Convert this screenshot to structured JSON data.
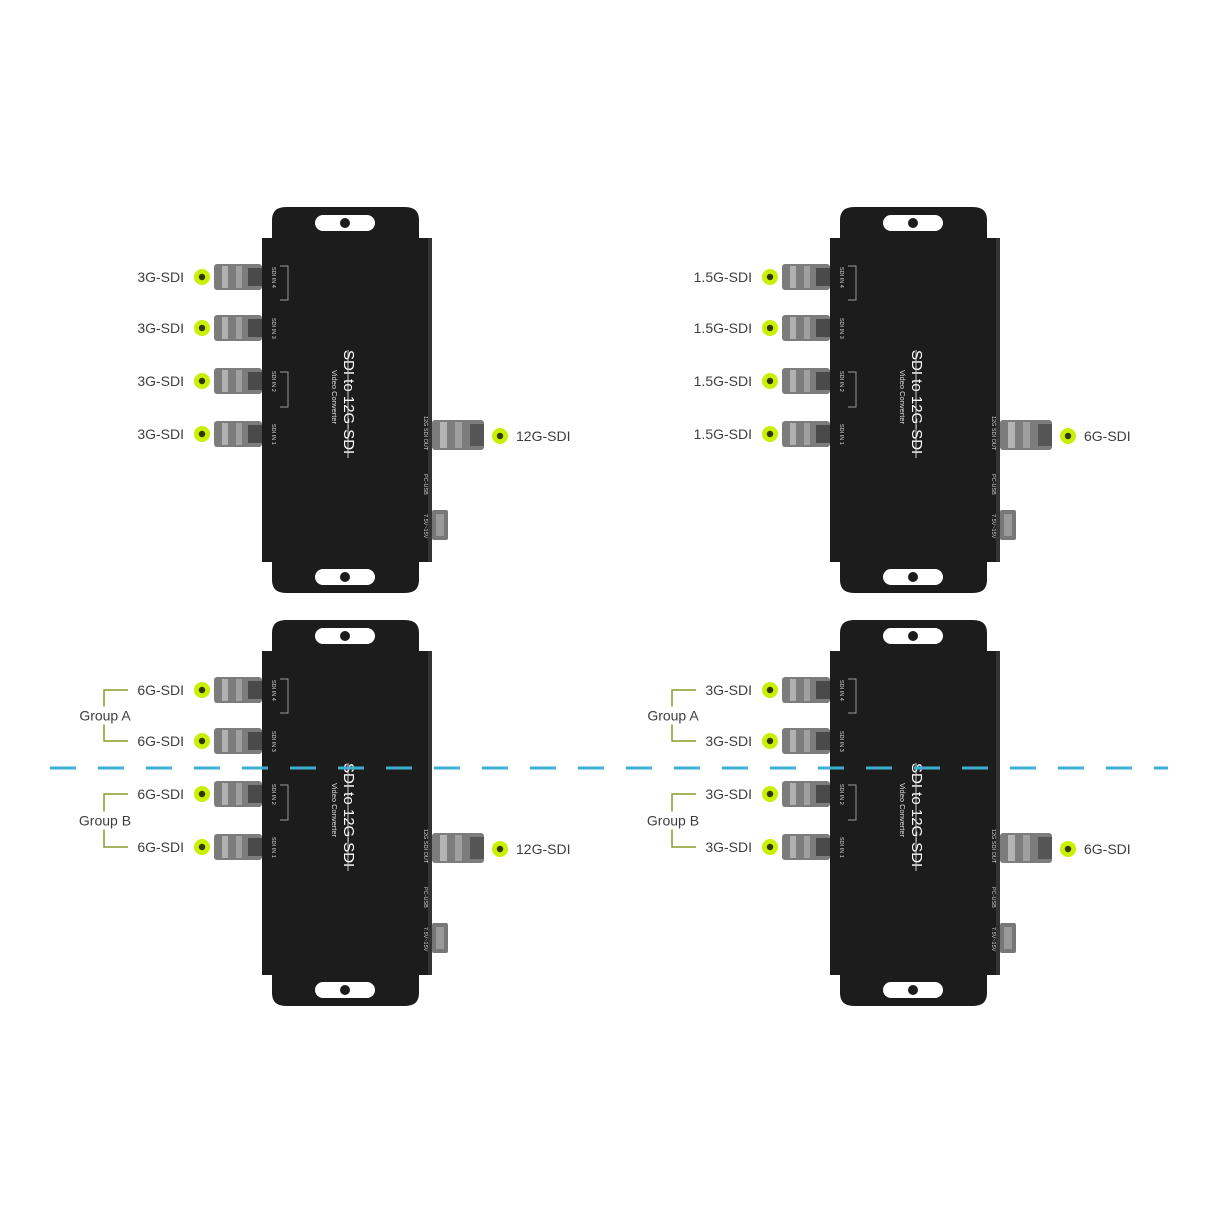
{
  "colors": {
    "accent": "#c8f000",
    "divider": "#3ab0d6",
    "bracket": "#8a9a2a",
    "device": "#1c1c1c"
  },
  "device": {
    "title": "SDI to 12G-SDI",
    "subtitle": "Video Converter",
    "ports_in": [
      "SDI IN 4",
      "SDI IN 3",
      "SDI IN 2",
      "SDI IN 1"
    ],
    "port_out": "12G SDI OUT",
    "pc_usb": "PC-USB",
    "power": "7.5V~15V"
  },
  "panels": [
    {
      "inputs": [
        "3G-SDI",
        "3G-SDI",
        "3G-SDI",
        "3G-SDI"
      ],
      "output": "12G-SDI"
    },
    {
      "inputs": [
        "1.5G-SDI",
        "1.5G-SDI",
        "1.5G-SDI",
        "1.5G-SDI"
      ],
      "output": "6G-SDI"
    },
    {
      "inputs": [
        "6G-SDI",
        "6G-SDI",
        "6G-SDI",
        "6G-SDI"
      ],
      "output": "12G-SDI",
      "groups": [
        "Group A",
        "Group B"
      ]
    },
    {
      "inputs": [
        "3G-SDI",
        "3G-SDI",
        "3G-SDI",
        "3G-SDI"
      ],
      "output": "6G-SDI",
      "groups": [
        "Group A",
        "Group B"
      ]
    }
  ]
}
